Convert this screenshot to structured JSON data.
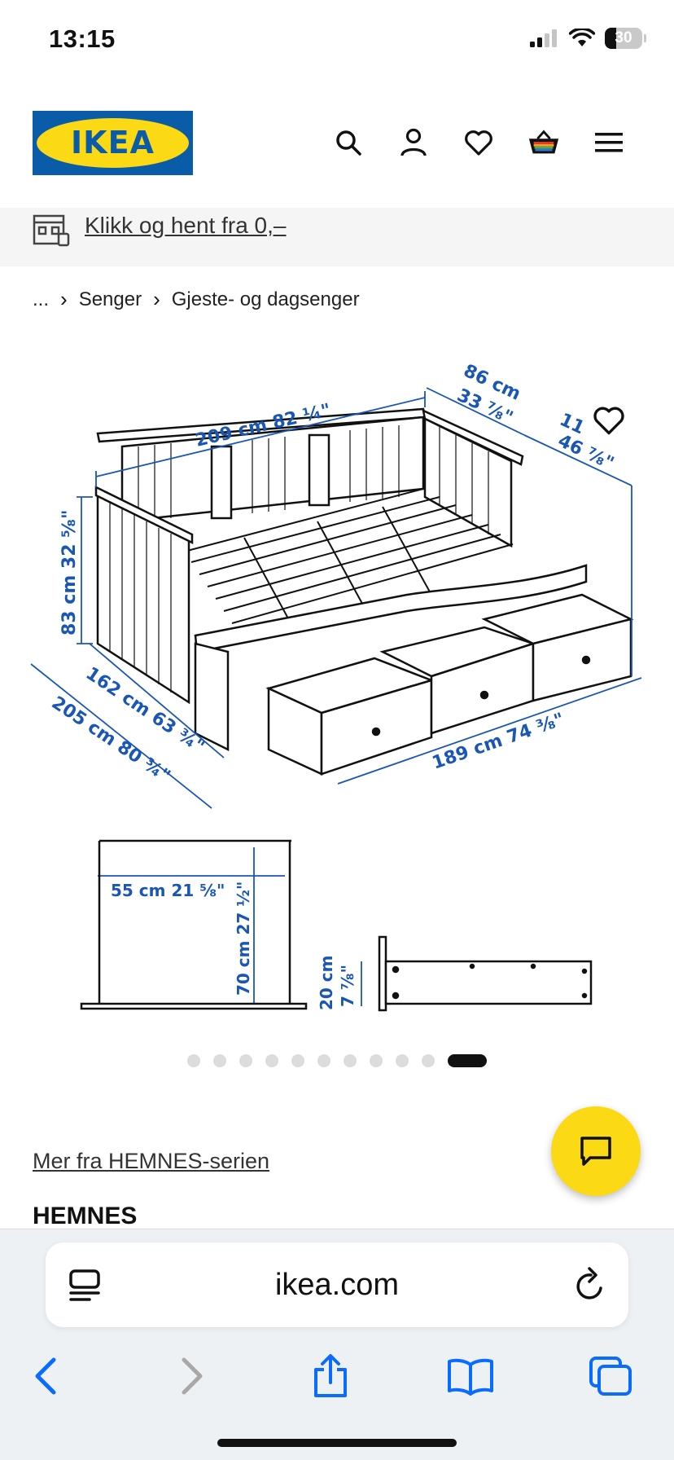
{
  "status": {
    "time": "13:15",
    "battery": "30"
  },
  "header": {
    "logo_text": "IKEA",
    "icons": [
      "search-icon",
      "account-icon",
      "heart-icon",
      "basket-icon",
      "menu-icon"
    ]
  },
  "promo": {
    "text": "Klikk og hent fra 0,–"
  },
  "breadcrumb": {
    "ellipsis": "...",
    "items": [
      "Senger",
      "Gjeste- og dagsenger"
    ]
  },
  "diagram": {
    "labels": {
      "top_length": "209 cm 82 ¼\"",
      "top_depth_cm": "86 cm",
      "top_depth_in": "33 ⅞\"",
      "right_depth_cm": "11",
      "right_depth_in": "46 ⅞\"",
      "height": "83 cm 32 ⅝\"",
      "depth_162": "162 cm 63 ¾\"",
      "depth_205": "205 cm 80 ¾\"",
      "length_189": "189 cm 74 ⅜\"",
      "inner_width": "55 cm 21 ⅝\"",
      "inner_height": "70 cm 27 ½\"",
      "drawer_height_cm": "20 cm",
      "drawer_height_in": "7 ⅞\""
    }
  },
  "carousel": {
    "count": 11,
    "active_index": 10
  },
  "series": {
    "link_text": "Mer fra HEMNES-serien",
    "title": "HEMNES"
  },
  "browser": {
    "url": "ikea.com"
  },
  "colors": {
    "ikea_blue": "#0a5ca8",
    "ikea_yellow": "#fbd914",
    "dimension_blue": "#1a56b4",
    "safari_blue": "#0a6cff"
  }
}
